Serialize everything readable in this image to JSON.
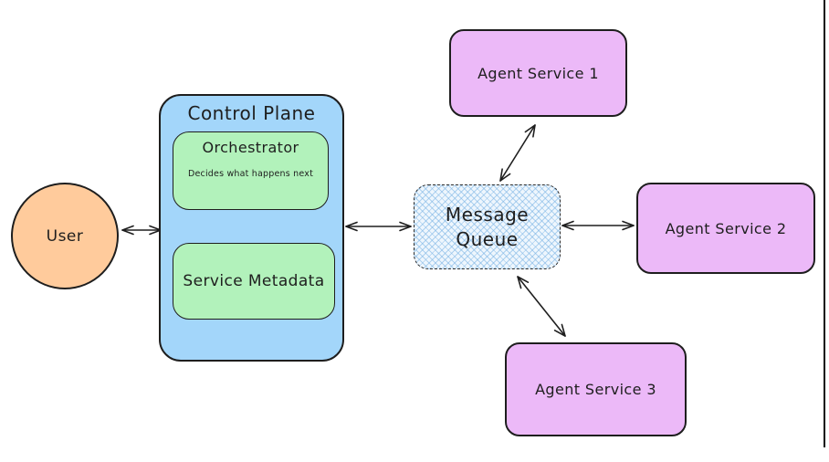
{
  "diagram": {
    "user": {
      "label": "User"
    },
    "control_plane": {
      "title": "Control Plane",
      "orchestrator": {
        "title": "Orchestrator",
        "subtitle": "Decides what happens next"
      },
      "service_metadata": {
        "label": "Service Metadata"
      }
    },
    "message_queue": {
      "label_line1": "Message",
      "label_line2": "Queue"
    },
    "agent_services": [
      {
        "label": "Agent Service 1"
      },
      {
        "label": "Agent Service 2"
      },
      {
        "label": "Agent Service 3"
      }
    ],
    "connections": [
      {
        "from": "User",
        "to": "Control Plane",
        "style": "double-arrow"
      },
      {
        "from": "Control Plane",
        "to": "Message Queue",
        "style": "double-arrow"
      },
      {
        "from": "Message Queue",
        "to": "Agent Service 1",
        "style": "double-arrow"
      },
      {
        "from": "Message Queue",
        "to": "Agent Service 2",
        "style": "double-arrow"
      },
      {
        "from": "Message Queue",
        "to": "Agent Service 3",
        "style": "double-arrow"
      }
    ],
    "colors": {
      "stroke": "#1e1e1e",
      "user_fill": "#ffcb9c",
      "control_plane_fill": "#a3d6fa",
      "green_fill": "#b2f2bb",
      "agent_fill": "#ecb9f8",
      "queue_fill": "#eef6fd",
      "queue_hatch": "#78b2e4",
      "background": "#ffffff"
    }
  }
}
